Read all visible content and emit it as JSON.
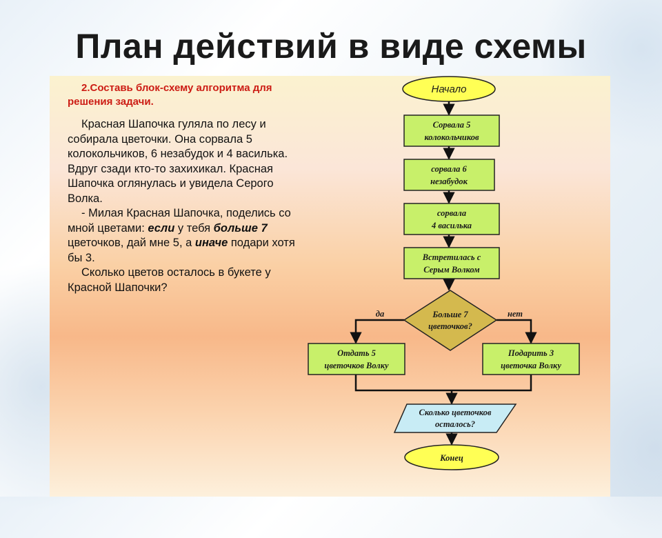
{
  "title": "План действий в виде схемы",
  "task": {
    "heading": "2.Составь блок-схему алгоритма для решения задачи.",
    "para1": "Красная Шапочка гуляла по лесу и собирала цветочки. Она сорвала 5 колокольчиков, 6 незабудок и 4 василька. Вдруг сзади кто-то захихикал. Красная Шапочка оглянулась и увидела Серого Волка.",
    "para2_start": "- Милая Красная Шапочка, поделись со мной цветами: ",
    "para2_if": "если",
    "para2_mid1": " у тебя ",
    "para2_more": "больше 7",
    "para2_mid2": " цветочков, дай мне 5, а ",
    "para2_else": "иначе",
    "para2_end": " подари хотя бы 3.",
    "para3": "Сколько цветов осталось в букете у Красной Шапочки?"
  },
  "flowchart": {
    "start": "Начало",
    "step1": [
      "Сорвала 5",
      "колокольчиков"
    ],
    "step2": [
      "сорвала 6",
      "незабудок"
    ],
    "step3": [
      "сорвала",
      "4 василька"
    ],
    "step4": [
      "Встретилась с",
      "Серым Волком"
    ],
    "decision": [
      "Больше 7",
      "цветочков?"
    ],
    "yes_label": "да",
    "no_label": "нет",
    "yes_action": [
      "Отдать 5",
      "цветочков Волку"
    ],
    "no_action": [
      "Подарить 3",
      "цветочка Волку"
    ],
    "output": [
      "Сколько цветочков",
      "осталось?"
    ],
    "end": "Конец"
  },
  "colors": {
    "box_fill": "#c8f06a",
    "terminator_fill": "#ffff55",
    "decision_fill": "#d4b94e",
    "output_fill": "#c8ecf5",
    "heading_red": "#cc1c14"
  }
}
